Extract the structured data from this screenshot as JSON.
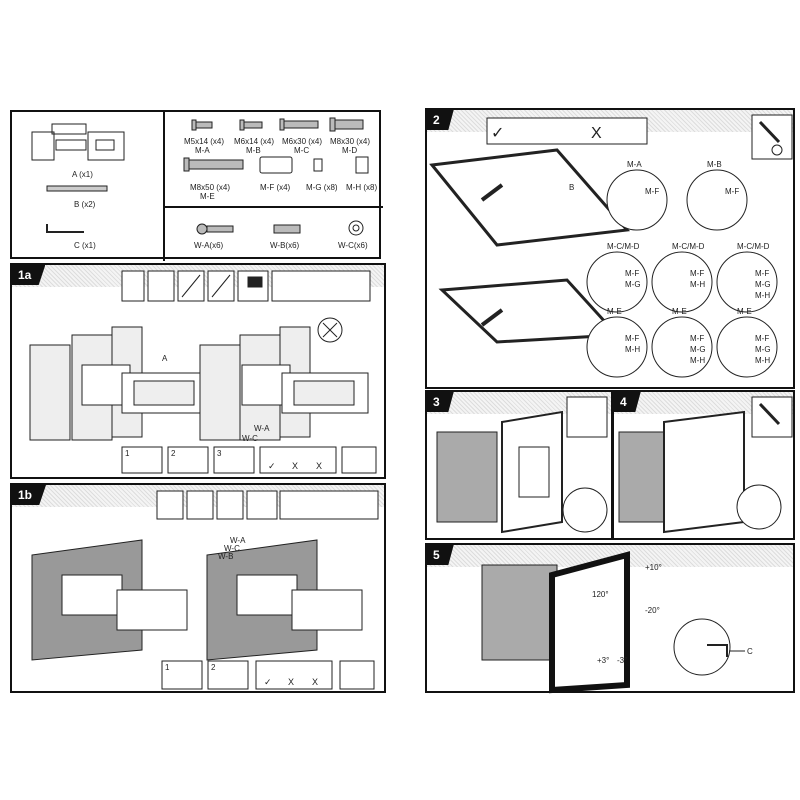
{
  "parts": {
    "bracket": [
      {
        "label": "A (x1)"
      },
      {
        "label": "B (x2)"
      },
      {
        "label": "C (x1)"
      }
    ],
    "screws": [
      {
        "size": "M5x14 (x4)",
        "code": "M-A"
      },
      {
        "size": "M6x14 (x4)",
        "code": "M-B"
      },
      {
        "size": "M6x30 (x4)",
        "code": "M-C"
      },
      {
        "size": "M8x30 (x4)",
        "code": "M-D"
      },
      {
        "size": "M8x50 (x4)",
        "code": "M-E"
      }
    ],
    "spacers": [
      "M-F (x4)",
      "M-G (x8)",
      "M-H (x8)"
    ],
    "wall": [
      "W-A(x6)",
      "W-B(x6)",
      "W-C(x6)"
    ]
  },
  "steps": {
    "s1a": {
      "label": "1a",
      "callout_a": "A",
      "wa": "W-A",
      "wc": "W-C",
      "substeps": [
        "1",
        "2",
        "3"
      ],
      "marks": [
        "✓",
        "X",
        "X"
      ]
    },
    "s1b": {
      "label": "1b",
      "wa": "W-A",
      "wc": "W-C",
      "wb": "W-B",
      "substeps": [
        "1",
        "2"
      ],
      "marks": [
        "✓",
        "X",
        "X"
      ]
    },
    "s2": {
      "label": "2",
      "callout_b": "B",
      "details": [
        {
          "top": "M-A",
          "side": [
            "M-F"
          ]
        },
        {
          "top": "M-B",
          "side": [
            "M-F"
          ]
        },
        {
          "top": "M-C/M-D",
          "side": [
            "M-F",
            "M-G"
          ]
        },
        {
          "top": "M-C/M-D",
          "side": [
            "M-F",
            "M-H"
          ]
        },
        {
          "top": "M-C/M-D",
          "side": [
            "M-F",
            "M-G",
            "M-H"
          ]
        },
        {
          "top": "M-E",
          "side": [
            "M-F",
            "M-H"
          ]
        },
        {
          "top": "M-E",
          "side": [
            "M-F",
            "M-G",
            "M-H"
          ]
        },
        {
          "top": "M-E",
          "side": [
            "M-F",
            "M-G",
            "M-H"
          ]
        }
      ],
      "check": "✓",
      "cross": "X"
    },
    "s3": {
      "label": "3"
    },
    "s4": {
      "label": "4"
    },
    "s5": {
      "label": "5",
      "swivel": "120°",
      "tilt_up": "+10°",
      "tilt_down": "-20°",
      "level_plus": "+3°",
      "level_minus": "-3°",
      "tool": "C"
    }
  }
}
